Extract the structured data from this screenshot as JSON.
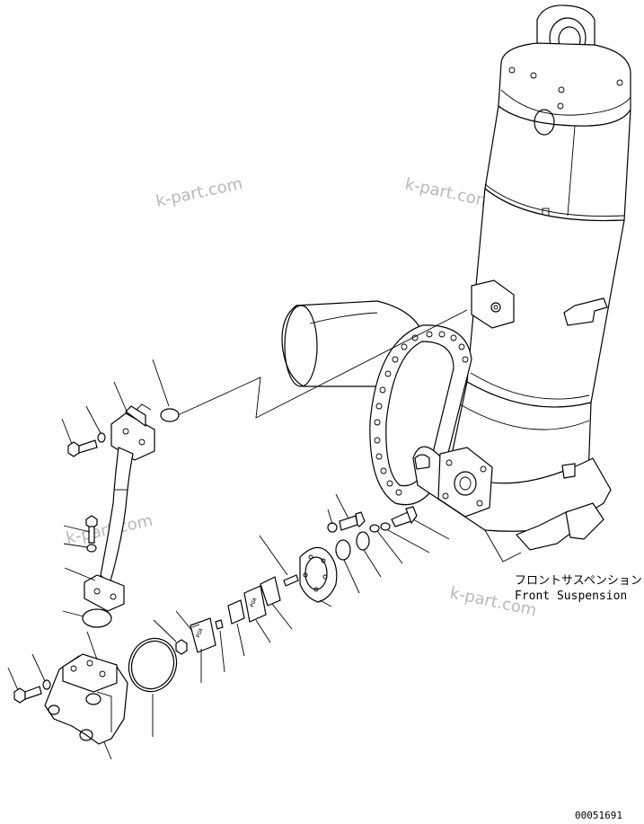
{
  "caption": {
    "jp": "フロントサスペンション",
    "en": "Front Suspension"
  },
  "drawing_number": "00051691",
  "watermarks": [
    "k-part.com",
    "k-part.com",
    "k-part.com",
    "k-part.com"
  ],
  "icons": {
    "suspension_cylinder": "suspension-cylinder-icon",
    "axle_housing": "axle-housing-icon",
    "pipe": "pipe-icon",
    "bracket": "bracket-icon",
    "bolt": "bolt-icon",
    "washer": "washer-icon",
    "o_ring": "o-ring-icon",
    "shim": "shim-icon",
    "plate": "plate-icon",
    "pin": "pin-icon",
    "nut": "nut-icon"
  }
}
